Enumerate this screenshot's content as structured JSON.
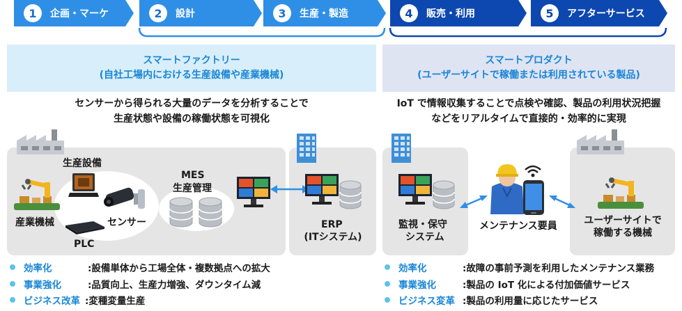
{
  "steps": [
    {
      "num": "1",
      "label": "企画・マーケ"
    },
    {
      "num": "2",
      "label": "設計"
    },
    {
      "num": "3",
      "label": "生産・製造"
    },
    {
      "num": "4",
      "label": "販売・利用"
    },
    {
      "num": "5",
      "label": "アフターサービス"
    }
  ],
  "left": {
    "title": "スマートファクトリー",
    "subtitle": "(自社工場内における生産設備や産業機械)",
    "desc1": "センサーから得られる大量のデータを分析することで",
    "desc2": "生産状態や設備の稼働状態を可視化",
    "labels": {
      "equipment": "生産設備",
      "robot": "産業機械",
      "sensor": "センサー",
      "plc": "PLC",
      "mes1": "MES",
      "mes2": "生産管理",
      "erp1": "ERP",
      "erp2": "(ITシステム)"
    },
    "bullets": [
      {
        "key": "効率化",
        "sep": ":",
        "text": "設備単体から工場全体・複数拠点への拡大"
      },
      {
        "key": "事業強化",
        "sep": ":",
        "text": "品質向上、生産力増強、ダウンタイム減"
      },
      {
        "key": "ビジネス改革",
        "sep": ":",
        "text": "変種変量生産"
      }
    ]
  },
  "right": {
    "title": "スマートプロダクト",
    "subtitle": "(ユーザーサイトで稼働または利用されている製品)",
    "desc1": "IoT で情報収集することで点検や確認、製品の利用状況把握",
    "desc2": "などをリアルタイムで直接的・効率的に実現",
    "labels": {
      "monitor1": "監視・保守",
      "monitor2": "システム",
      "staff": "メンテナンス要員",
      "machine1": "ユーザーサイトで",
      "machine2": "稼働する機械"
    },
    "bullets": [
      {
        "key": "効率化",
        "sep": ":",
        "text": "故障の事前予測を利用したメンテナンス業務"
      },
      {
        "key": "事業強化",
        "sep": ":",
        "text": "製品の IoT 化による付加価値サービス"
      },
      {
        "key": "ビジネス変革",
        "sep": ":",
        "text": "製品の利用量に応じたサービス"
      }
    ]
  },
  "colors": {
    "light_step": "#2f8fe6",
    "dark_step": "#0d47b0",
    "left_header_bg": "#d8eefa",
    "right_header_bg": "#dfe4f3",
    "accent_text": "#1a86d6",
    "bullet_dot": "#5ec3e8"
  }
}
